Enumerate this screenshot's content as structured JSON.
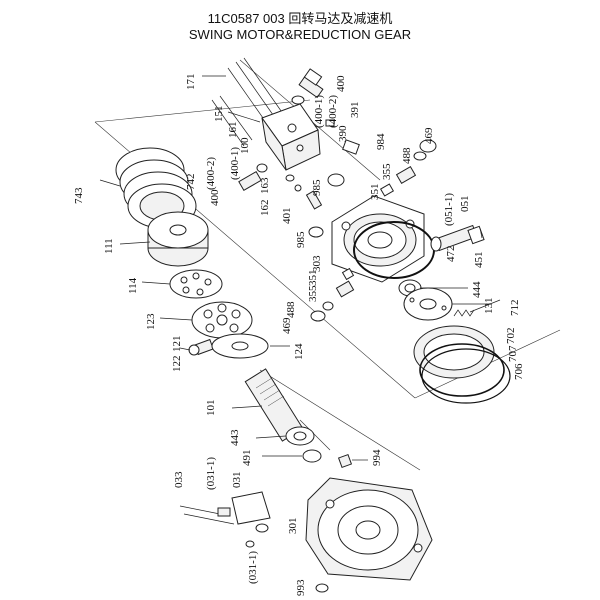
{
  "title": {
    "line1": "11C0587 003  回转马达及减速机",
    "line2": "SWING MOTOR&REDUCTION GEAR"
  },
  "labels": {
    "p171": "171",
    "p151": "151",
    "p161": "161",
    "p100": "100",
    "p400a": "400",
    "p400_1a": "(400-1)",
    "p400_2a": "(400-2)",
    "p400b": "400",
    "p400_1b": "(400-1)",
    "p400_2b": "(400-2)",
    "p391": "391",
    "p390": "390",
    "p984": "984",
    "p469a": "469",
    "p488a": "488",
    "p355a": "355",
    "p351a": "351",
    "p163": "163",
    "p162": "162",
    "p985a": "985",
    "p401": "401",
    "p985b": "985",
    "p303": "303",
    "p051_1": "(051-1)",
    "p051": "051",
    "p472": "472",
    "p451": "451",
    "p444": "444",
    "p131": "131",
    "p712": "712",
    "p743": "743",
    "p742": "742",
    "p111": "111",
    "p114": "114",
    "p123": "123",
    "p121": "121",
    "p122": "122",
    "p124": "124",
    "p469b": "469",
    "p488b": "488",
    "p355b": "355",
    "p351b": "351",
    "p702": "702",
    "p707": "707",
    "p706": "706",
    "p101": "101",
    "p443": "443",
    "p491": "491",
    "p994": "994",
    "p033": "033",
    "p031_1a": "(031-1)",
    "p031": "031",
    "p301": "301",
    "p031_1b": "(031-1)",
    "p993": "993"
  }
}
